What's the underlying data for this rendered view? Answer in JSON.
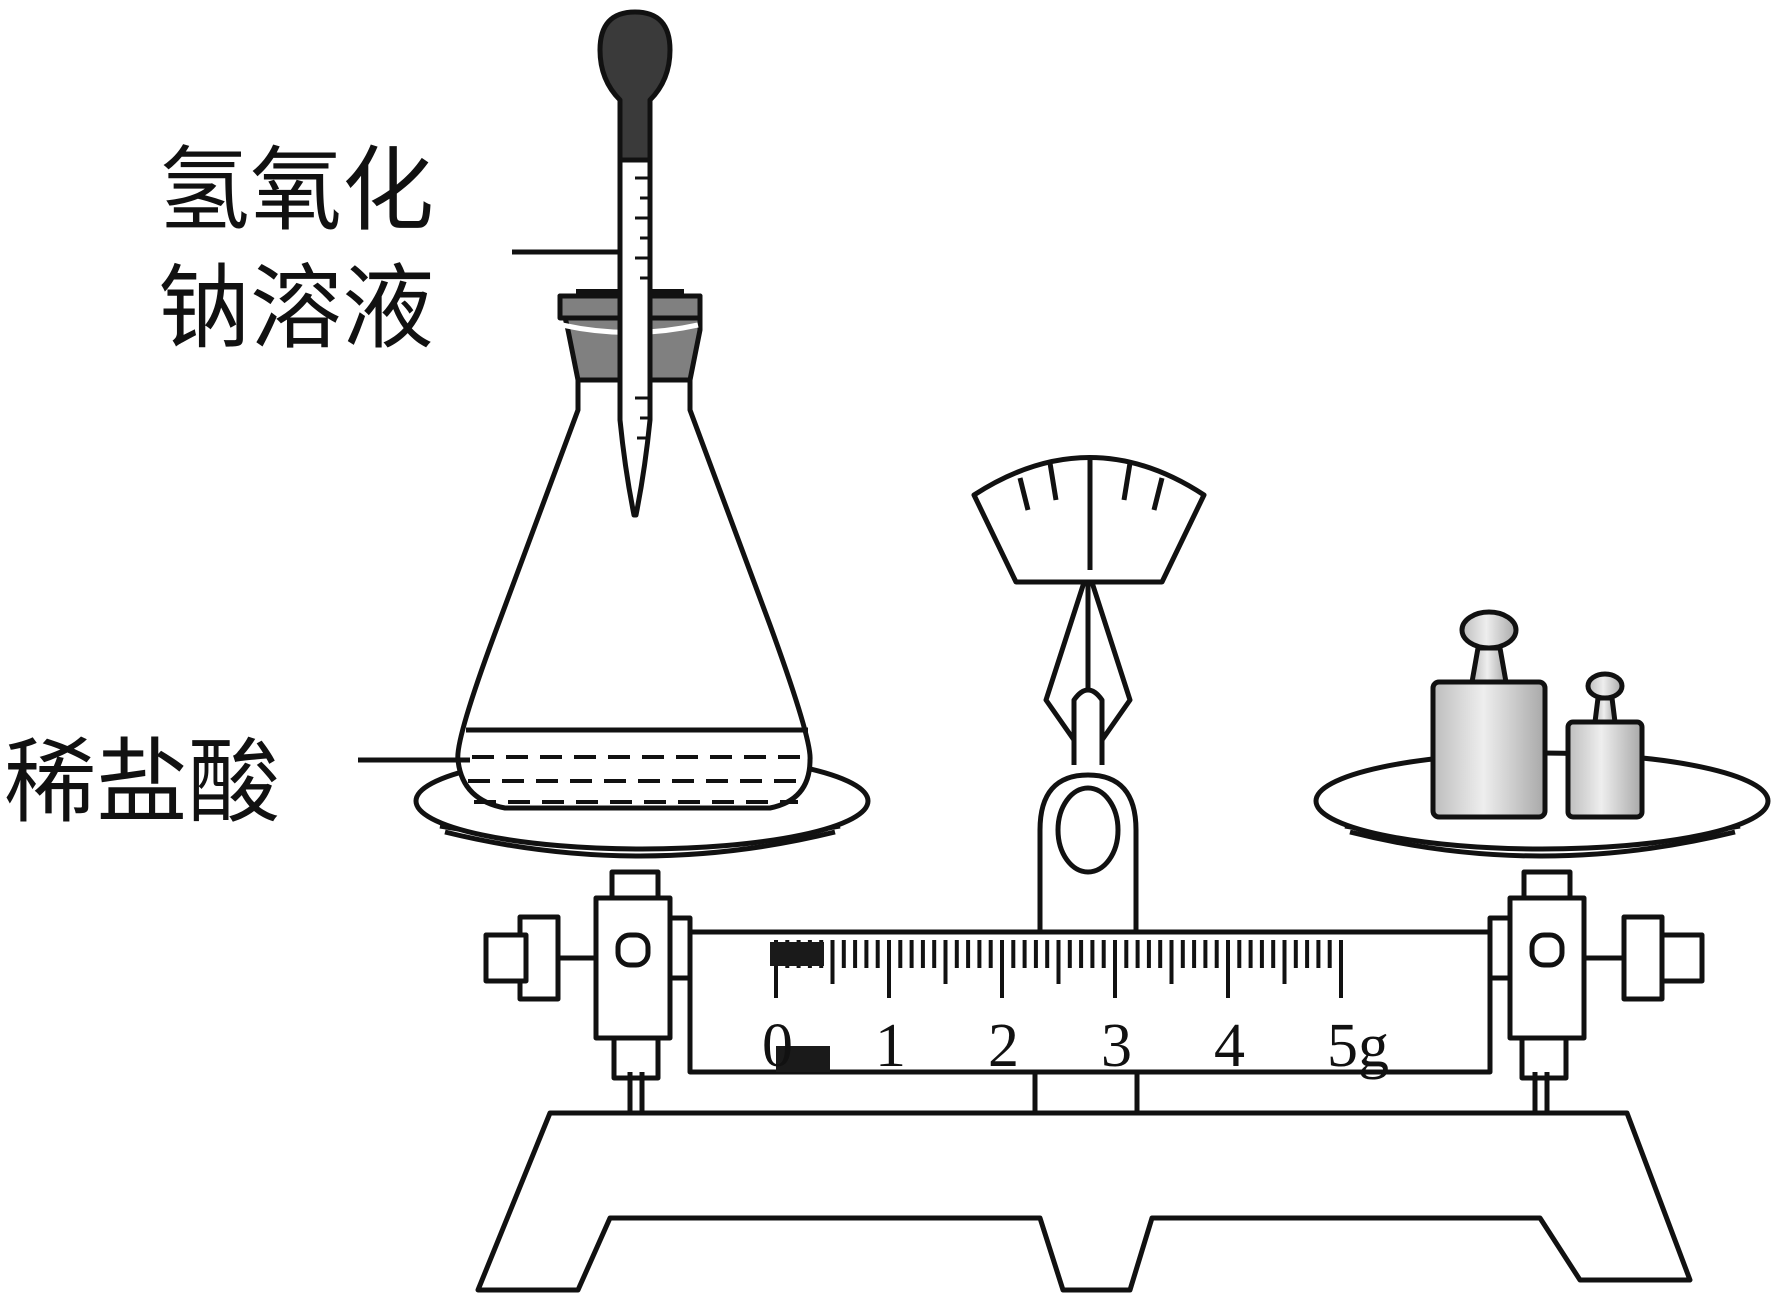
{
  "labels": {
    "dropper_line1": "氢氧化",
    "dropper_line2": "钠溶液",
    "flask_liquid": "稀盐酸"
  },
  "scale": {
    "ticks": [
      "0",
      "1",
      "2",
      "3",
      "4",
      "5g"
    ]
  },
  "colors": {
    "stroke": "#111111",
    "bulb": "#3a3a3a",
    "stopper": "#808080",
    "weight_light": "#e6e6e6",
    "weight_dark": "#a9a9a9"
  }
}
